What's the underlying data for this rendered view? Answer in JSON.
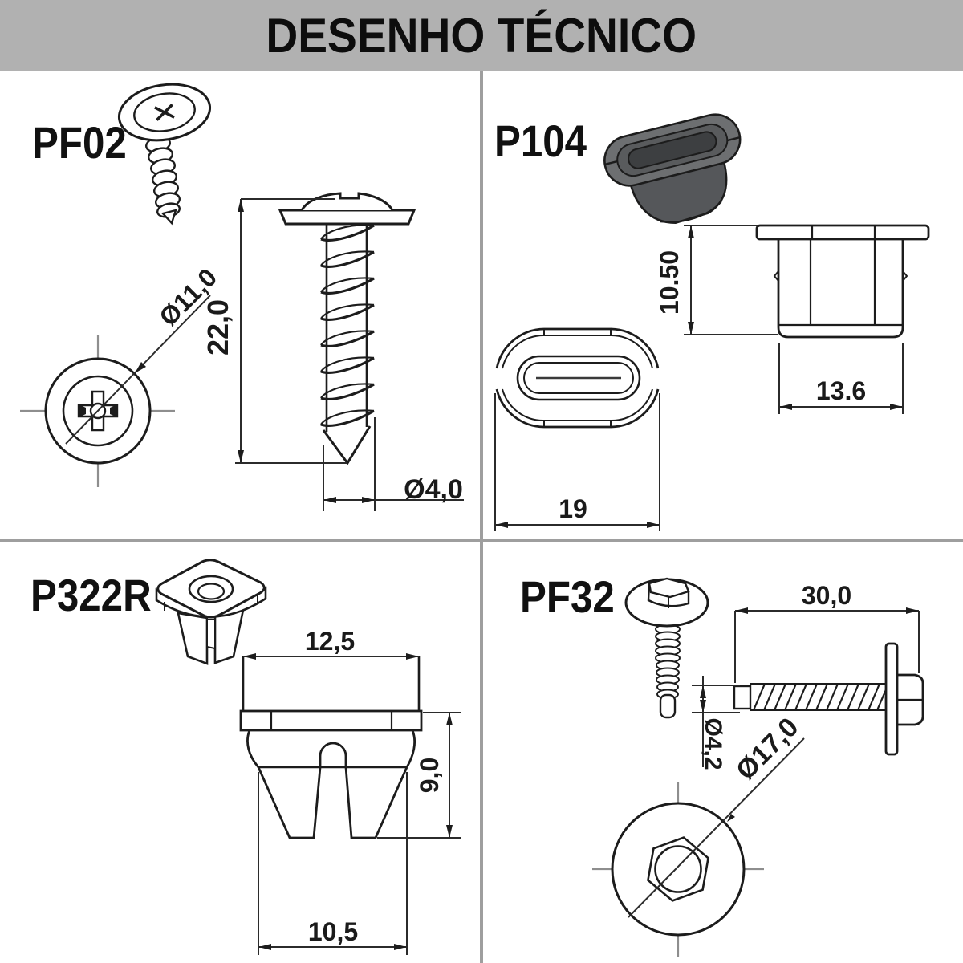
{
  "title": "DESENHO TÉCNICO",
  "colors": {
    "header_bg": "#b1b1b1",
    "divider": "#9e9e9e",
    "line": "#1c1c1c",
    "centerline": "#8e8e8e",
    "part_fill_dark": "#55575a"
  },
  "parts": {
    "pf02": {
      "label": "PF02",
      "dims": {
        "length": "22,0",
        "head_diameter": "Ø11,0",
        "thread_diameter": "Ø4,0"
      }
    },
    "p104": {
      "label": "P104",
      "dims": {
        "height": "10.50",
        "body_width": "13.6",
        "overall_length": "19"
      }
    },
    "p322r": {
      "label": "P322R",
      "dims": {
        "top_width": "12,5",
        "height": "9,0",
        "base_width": "10,5"
      }
    },
    "pf32": {
      "label": "PF32",
      "dims": {
        "length": "30,0",
        "shank_diameter": "Ø4,2",
        "washer_diameter": "Ø17,0"
      }
    }
  }
}
